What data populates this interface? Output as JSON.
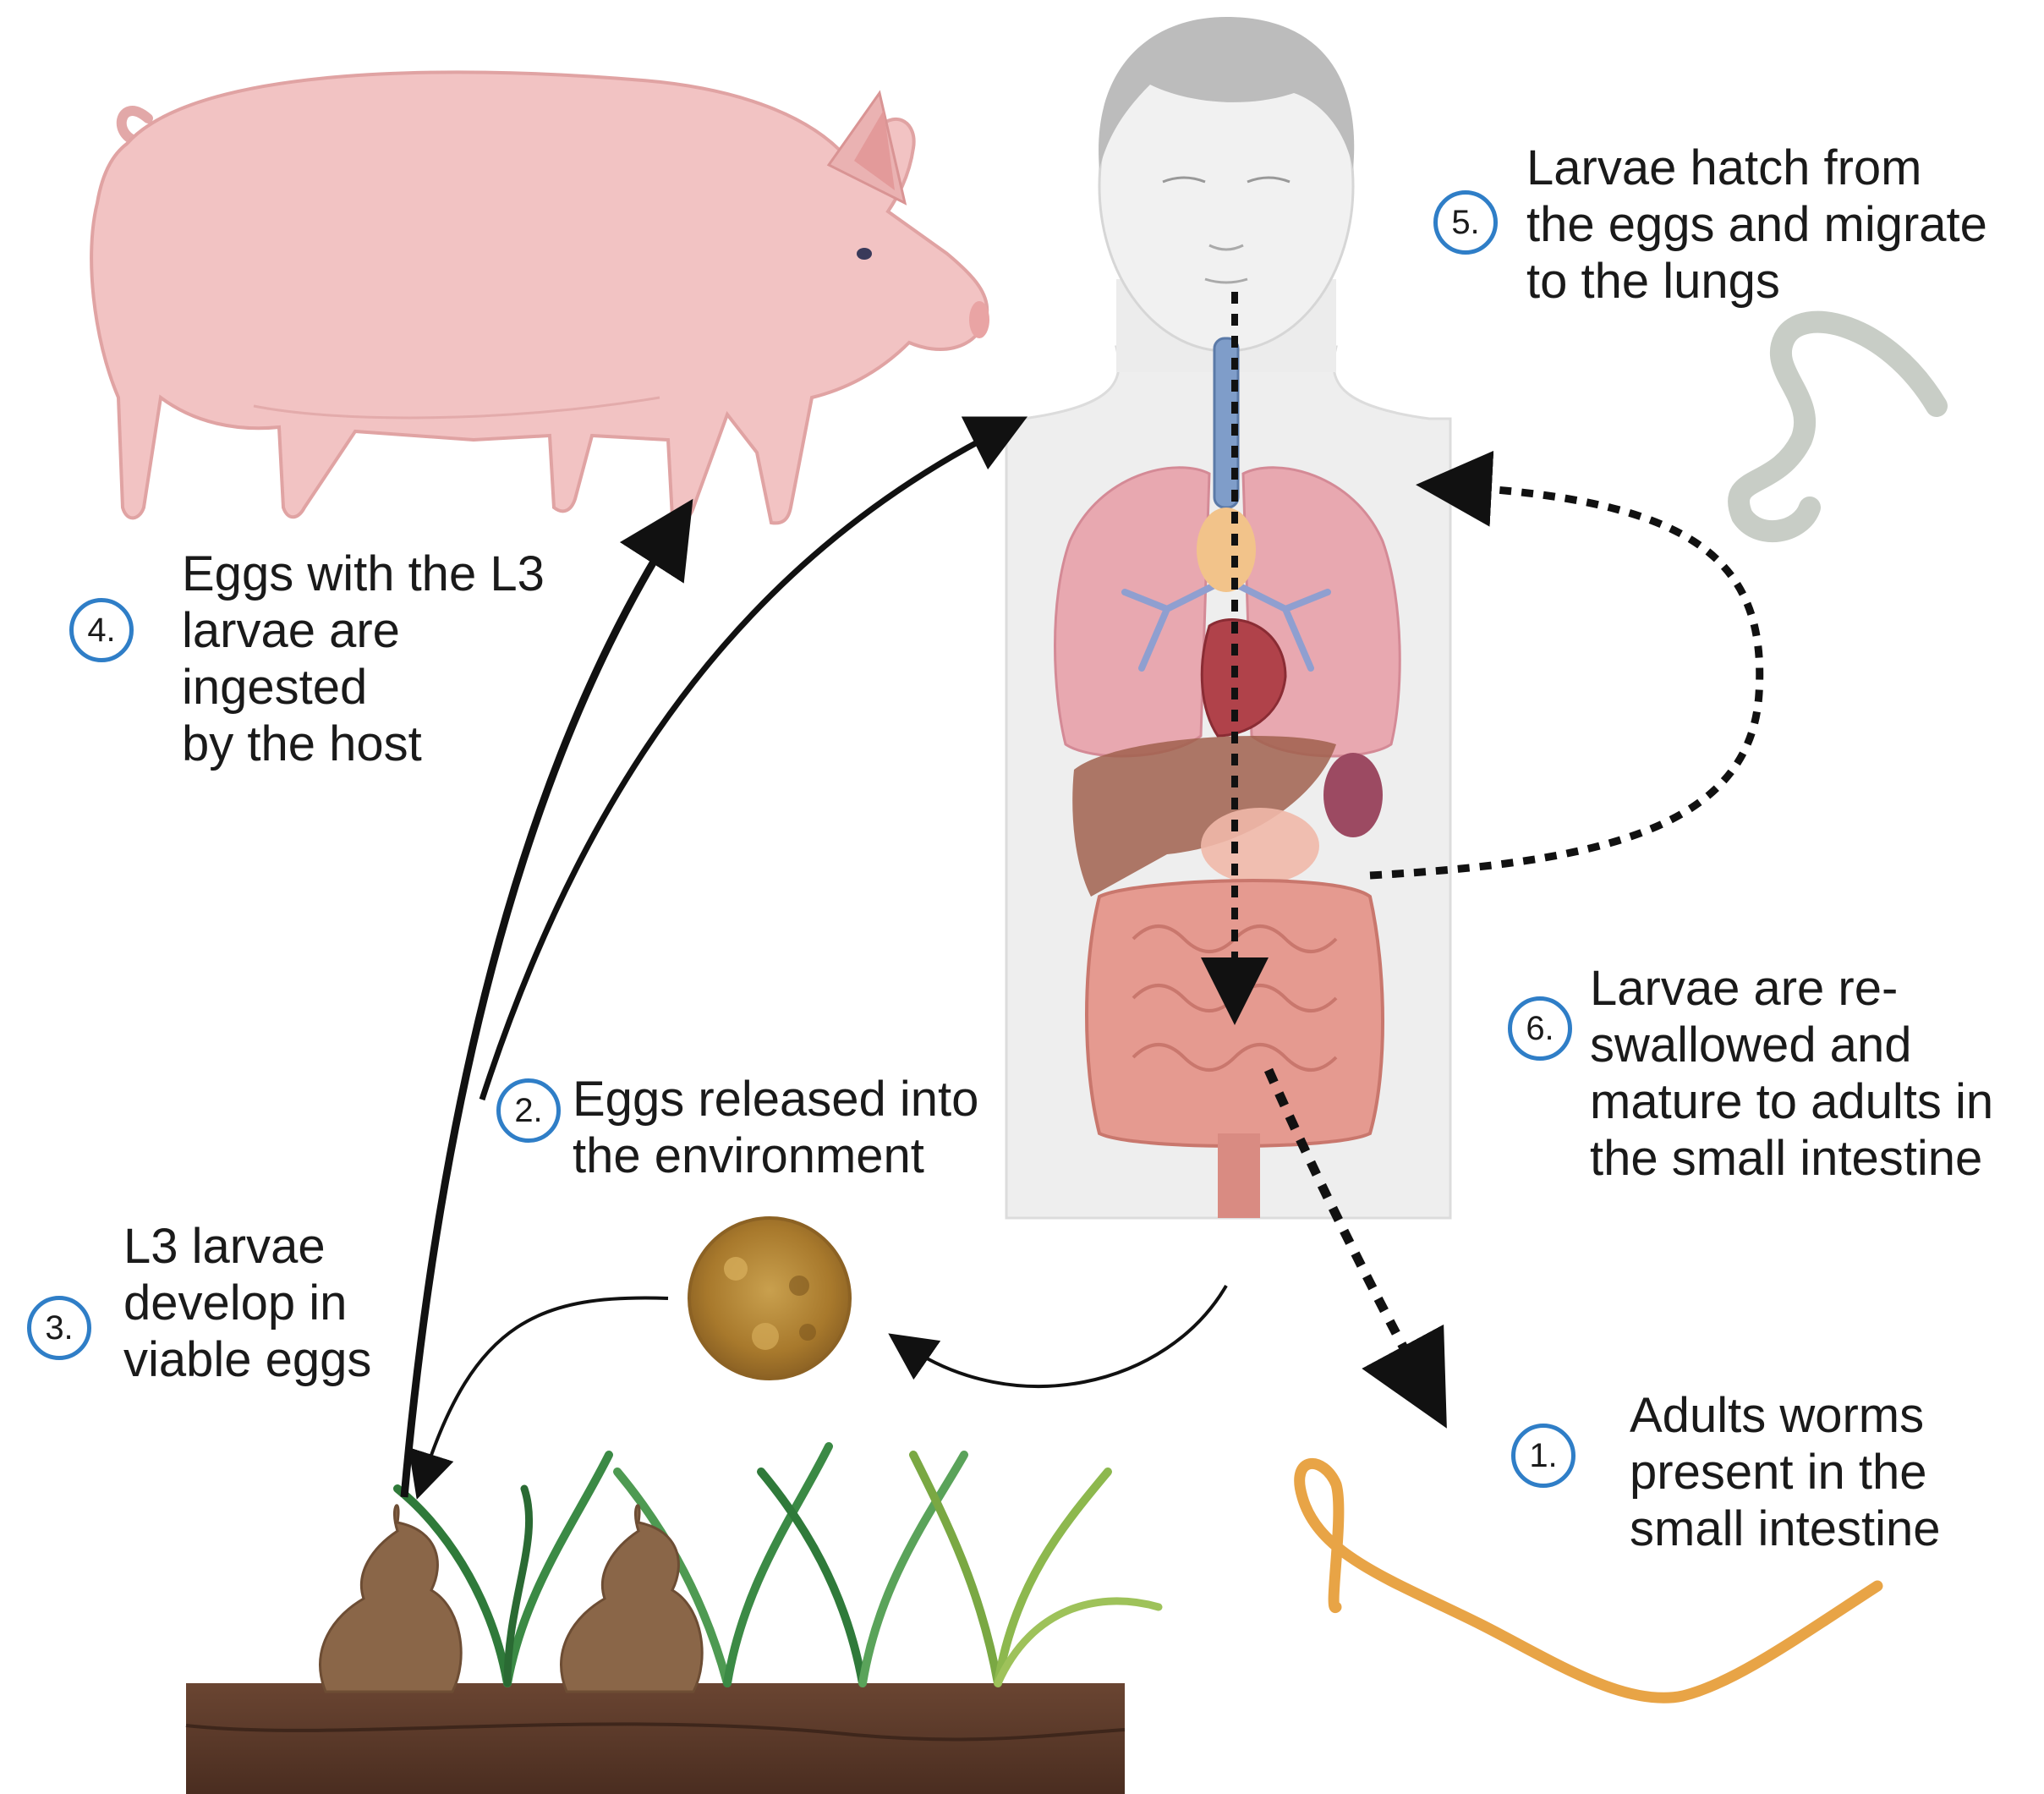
{
  "steps": [
    {
      "number": "1.",
      "lines": [
        "Adults worms",
        "present in the",
        "small intestine"
      ]
    },
    {
      "number": "2.",
      "lines": [
        "Eggs released into",
        "the environment"
      ]
    },
    {
      "number": "3.",
      "lines": [
        "L3 larvae",
        "develop in",
        "viable eggs"
      ]
    },
    {
      "number": "4.",
      "lines": [
        "Eggs with the L3",
        "larvae are",
        "ingested",
        "by the host"
      ]
    },
    {
      "number": "5.",
      "lines": [
        "Larvae hatch from",
        "the eggs and migrate",
        "to the lungs"
      ]
    },
    {
      "number": "6.",
      "lines": [
        "Larvae are re-",
        "swallowed and",
        "mature to adults in",
        "the small intestine"
      ]
    }
  ],
  "colors": {
    "badge_ring": "#2f7ec7",
    "arrow": "#111111",
    "pig": "#f2c3c3",
    "soil": "#5b3a2a",
    "worm": "#e8a446",
    "egg": "#b88a3b"
  },
  "icons": [
    "pig",
    "human-body",
    "lungs",
    "intestine",
    "larva",
    "adult-worm",
    "egg",
    "feces",
    "grass",
    "soil"
  ]
}
